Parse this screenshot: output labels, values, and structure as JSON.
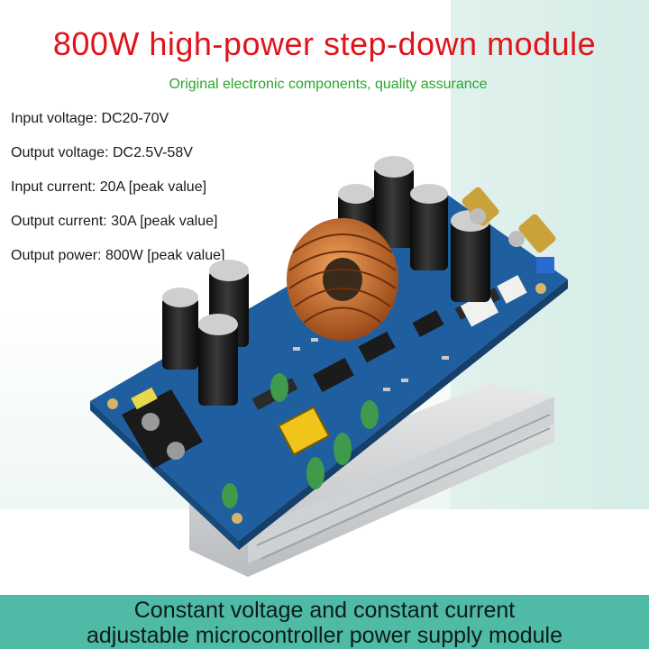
{
  "header": {
    "title": "800W high-power step-down module",
    "subtitle": "Original electronic components, quality assurance"
  },
  "specs": [
    "Input voltage: DC20-70V",
    "Output voltage: DC2.5V-58V",
    "Input current: 20A [peak value]",
    "Output current: 30A [peak value]",
    "Output power: 800W [peak value]"
  ],
  "footer": {
    "line1": "Constant voltage and constant current",
    "line2": "adjustable microcontroller power supply module"
  },
  "colors": {
    "title": "#e0141b",
    "subtitle": "#2aa52d",
    "footer_bg": "#4fbaa5",
    "pcb": "#1f5fa0"
  }
}
